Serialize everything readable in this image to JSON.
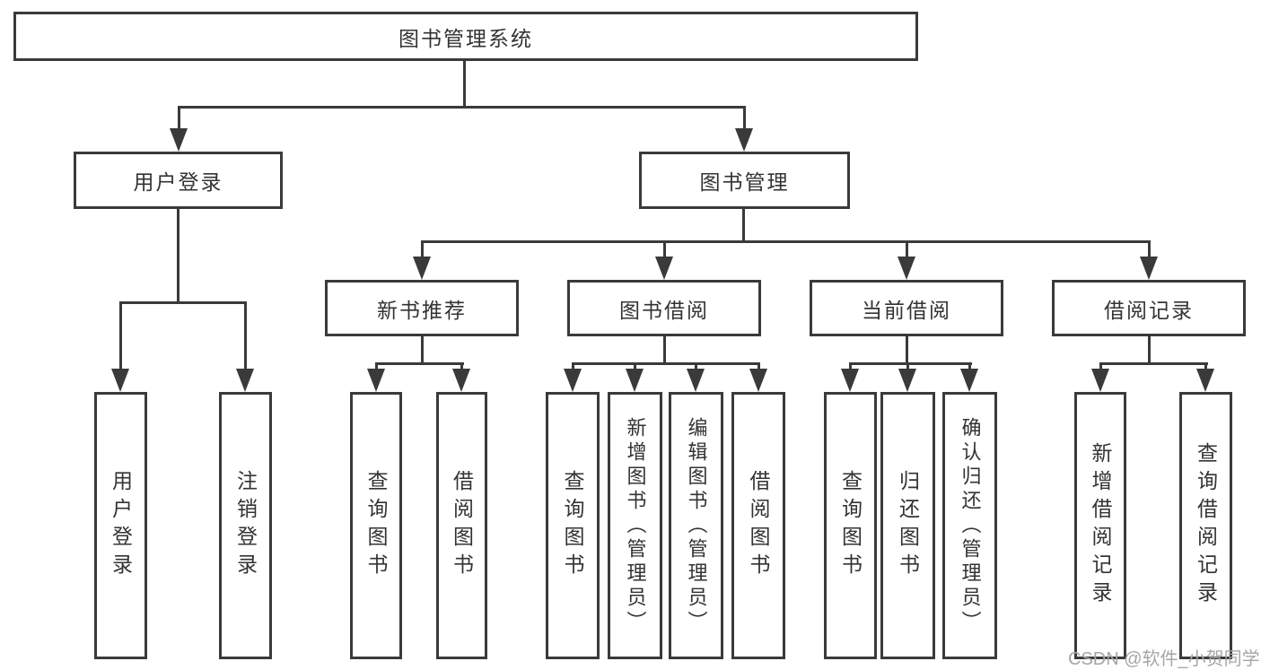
{
  "diagram": {
    "root": {
      "id": "root",
      "label": "图书管理系统"
    },
    "level2": [
      {
        "id": "user-login",
        "label": "用户登录",
        "parent": "图书管理系统"
      },
      {
        "id": "book-management",
        "label": "图书管理",
        "parent": "图书管理系统"
      }
    ],
    "level3": [
      {
        "id": "new-book-recommendation",
        "label": "新书推荐",
        "parent": "图书管理"
      },
      {
        "id": "book-borrowing",
        "label": "图书借阅",
        "parent": "图书管理"
      },
      {
        "id": "current-borrowing",
        "label": "当前借阅",
        "parent": "图书管理"
      },
      {
        "id": "borrowing-records",
        "label": "借阅记录",
        "parent": "图书管理"
      }
    ],
    "leaves": [
      {
        "id": "leaf-user-login",
        "label": "用户登录",
        "parent": "用户登录"
      },
      {
        "id": "leaf-logout",
        "label": "注销登录",
        "parent": "用户登录"
      },
      {
        "id": "leaf-query-books-rec",
        "label": "查询图书",
        "parent": "新书推荐"
      },
      {
        "id": "leaf-borrow-books-rec",
        "label": "借阅图书",
        "parent": "新书推荐"
      },
      {
        "id": "leaf-query-books-borrow",
        "label": "查询图书",
        "parent": "图书借阅"
      },
      {
        "id": "leaf-add-books-admin",
        "label": "新增图书（管理员）",
        "parent": "图书借阅"
      },
      {
        "id": "leaf-edit-books-admin",
        "label": "编辑图书（管理员）",
        "parent": "图书借阅"
      },
      {
        "id": "leaf-borrow-books",
        "label": "借阅图书",
        "parent": "图书借阅"
      },
      {
        "id": "leaf-query-books-current",
        "label": "查询图书",
        "parent": "当前借阅"
      },
      {
        "id": "leaf-return-books",
        "label": "归还图书",
        "parent": "当前借阅"
      },
      {
        "id": "leaf-confirm-return-admin",
        "label": "确认归还（管理员）",
        "parent": "当前借阅"
      },
      {
        "id": "leaf-add-borrow-record",
        "label": "新增借阅记录",
        "parent": "借阅记录"
      },
      {
        "id": "leaf-query-borrow-record",
        "label": "查询借阅记录",
        "parent": "借阅记录"
      }
    ],
    "watermark": "CSDN @软件_小贺同学",
    "colors": {
      "line": "#3a3a3a",
      "text": "#333333",
      "watermark": "#a6a6a6",
      "background": "#ffffff"
    }
  }
}
